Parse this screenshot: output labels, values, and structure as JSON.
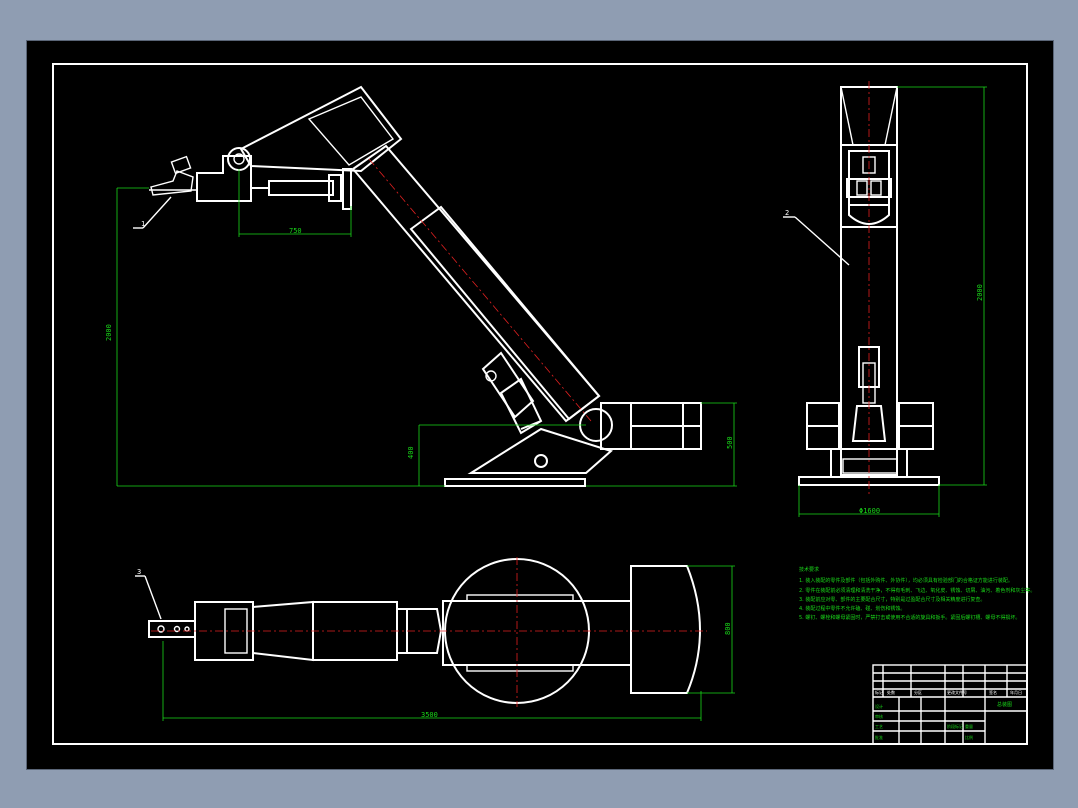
{
  "drawing": {
    "part_labels": [
      "1",
      "2",
      "3"
    ],
    "dims": {
      "side_len_top": "750",
      "side_height_total": "2000",
      "side_base_height": "400",
      "side_right_height": "500",
      "front_height": "2000",
      "front_base_width": "Φ1600",
      "plan_length": "3500",
      "plan_width": "800"
    },
    "notes_title": "技术要求",
    "notes": [
      "1. 装入装配的零件及部件（包括外购件、外协件），均必须具有检验部门的合格证方能进行装配。",
      "2. 零件在装配前必须清理和清洗干净，不得有毛刺、飞边、氧化皮、锈蚀、切屑、油污、着色剂和灰尘等。",
      "3. 装配前应对零、部件的主要配合尺寸，特别是过盈配合尺寸及相关精度进行复查。",
      "4. 装配过程中零件不允许磕、碰、划伤和锈蚀。",
      "5. 螺钉、螺栓和螺母紧固时，严禁打击或使用不合适的旋具和扳手。紧固后螺钉槽、螺母不得损坏。"
    ],
    "title_block": {
      "h1": "标记",
      "h2": "处数",
      "h3": "分区",
      "h4": "更改文件号",
      "h5": "签名",
      "h6": "年月日",
      "r1": "设计",
      "r2": "审核",
      "r3": "工艺",
      "r4": "批准",
      "sheet": "阶段标记",
      "weight": "重量",
      "scale": "比例",
      "name": "总装图"
    }
  },
  "colors": {
    "background": "#8f9db2",
    "canvas": "#000000",
    "lines": "#ffffff",
    "dimensions": "#19d919",
    "centerlines": "#e02020"
  }
}
